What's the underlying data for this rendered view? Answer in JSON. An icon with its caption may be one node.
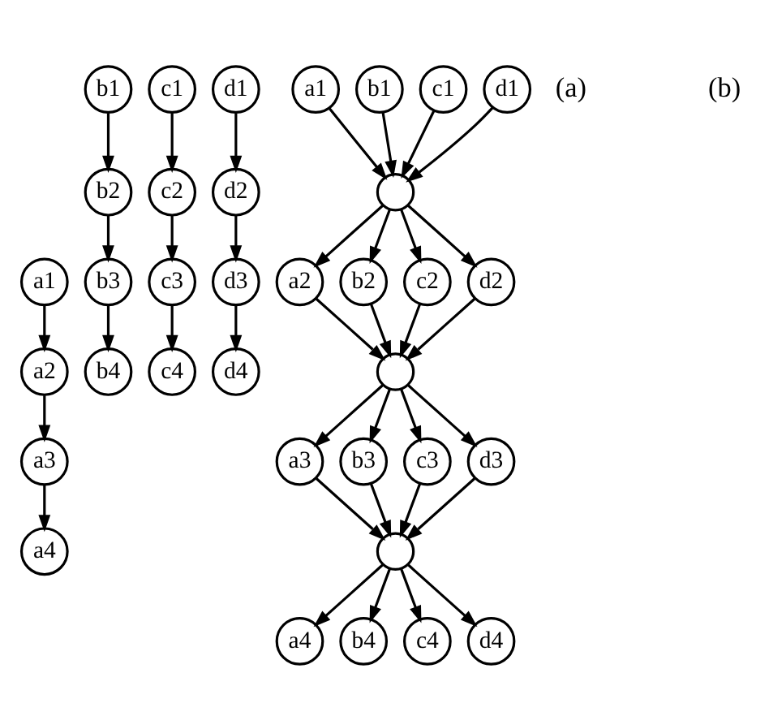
{
  "diagram": {
    "nodes": [
      {
        "text": [
          "a1"
        ]
      },
      {
        "text": [
          "b1"
        ]
      },
      {
        "text": [
          "c1"
        ]
      },
      {
        "text": [
          "d1"
        ]
      },
      {
        "text": [
          "a2"
        ]
      },
      {
        "text": [
          "b2"
        ]
      },
      {
        "text": [
          "c2"
        ]
      },
      {
        "text": [
          "d2"
        ]
      },
      {
        "text": [
          "a3"
        ]
      },
      {
        "text": [
          "b3"
        ]
      },
      {
        "text": [
          "c3"
        ]
      },
      {
        "text": [
          "d3"
        ]
      },
      {
        "text": [
          "a4"
        ]
      },
      {
        "text": [
          "b4"
        ]
      },
      {
        "text": [
          "c4"
        ]
      },
      {
        "text": [
          "d4"
        ]
      },
      {
        "text": [
          "a1"
        ]
      },
      {
        "text": [
          "b1"
        ]
      },
      {
        "text": [
          "c1"
        ]
      },
      {
        "text": [
          "d1"
        ]
      },
      {
        "text": [],
        "shape": "circle"
      },
      {
        "text": [
          "a2"
        ]
      },
      {
        "text": [
          "b2"
        ]
      },
      {
        "text": [
          "c2"
        ]
      },
      {
        "text": [
          "d2"
        ]
      },
      {
        "text": [],
        "shape": "circle"
      },
      {
        "text": [
          "a3"
        ]
      },
      {
        "text": [
          "b3"
        ]
      },
      {
        "text": [
          "c3"
        ]
      },
      {
        "text": [
          "d3"
        ]
      },
      {
        "text": [],
        "shape": "circle"
      },
      {
        "text": [
          "a4"
        ]
      },
      {
        "text": [
          "b4"
        ]
      },
      {
        "text": [
          "c4"
        ]
      },
      {
        "text": [
          "d4"
        ]
      }
    ],
    "edges": [
      {
        "from": 0,
        "to": 4,
        "arrow": "to"
      },
      {
        "from": 4,
        "to": 8,
        "arrow": "to"
      },
      {
        "from": 8,
        "to": 12,
        "arrow": "to"
      },
      {
        "from": 1,
        "to": 5,
        "arrow": "to"
      },
      {
        "from": 5,
        "to": 9,
        "arrow": "to"
      },
      {
        "from": 9,
        "to": 13,
        "arrow": "to"
      },
      {
        "from": 2,
        "to": 6,
        "arrow": "to"
      },
      {
        "from": 6,
        "to": 10,
        "arrow": "to"
      },
      {
        "from": 10,
        "to": 14,
        "arrow": "to"
      },
      {
        "from": 3,
        "to": 7,
        "arrow": "to"
      },
      {
        "from": 7,
        "to": 11,
        "arrow": "to"
      },
      {
        "from": 11,
        "to": 15,
        "arrow": "to"
      },
      {
        "from": 16,
        "to": 20,
        "arrow": "to"
      },
      {
        "from": 17,
        "to": 20,
        "arrow": "to"
      },
      {
        "from": 18,
        "to": 20,
        "arrow": "to"
      },
      {
        "from": 19,
        "to": 20,
        "arrow": "to"
      },
      {
        "from": 20,
        "to": 21,
        "arrow": "to"
      },
      {
        "from": 20,
        "to": 22,
        "arrow": "to"
      },
      {
        "from": 20,
        "to": 23,
        "arrow": "to"
      },
      {
        "from": 20,
        "to": 24,
        "arrow": "to"
      },
      {
        "from": 21,
        "to": 25,
        "arrow": "to"
      },
      {
        "from": 22,
        "to": 25,
        "arrow": "to"
      },
      {
        "from": 23,
        "to": 25,
        "arrow": "to"
      },
      {
        "from": 24,
        "to": 25,
        "arrow": "to"
      },
      {
        "from": 25,
        "to": 26,
        "arrow": "to"
      },
      {
        "from": 25,
        "to": 27,
        "arrow": "to"
      },
      {
        "from": 25,
        "to": 28,
        "arrow": "to"
      },
      {
        "from": 25,
        "to": 29,
        "arrow": "to"
      },
      {
        "from": 26,
        "to": 30,
        "arrow": "to"
      },
      {
        "from": 27,
        "to": 30,
        "arrow": "to"
      },
      {
        "from": 28,
        "to": 30,
        "arrow": "to"
      },
      {
        "from": 29,
        "to": 30,
        "arrow": "to"
      },
      {
        "from": 30,
        "to": 31,
        "arrow": "to"
      },
      {
        "from": 30,
        "to": 32,
        "arrow": "to"
      },
      {
        "from": 30,
        "to": 33,
        "arrow": "to"
      },
      {
        "from": 30,
        "to": 34,
        "arrow": "to"
      }
    ],
    "labels": [
      "(a)",
      "(b)"
    ]
  }
}
